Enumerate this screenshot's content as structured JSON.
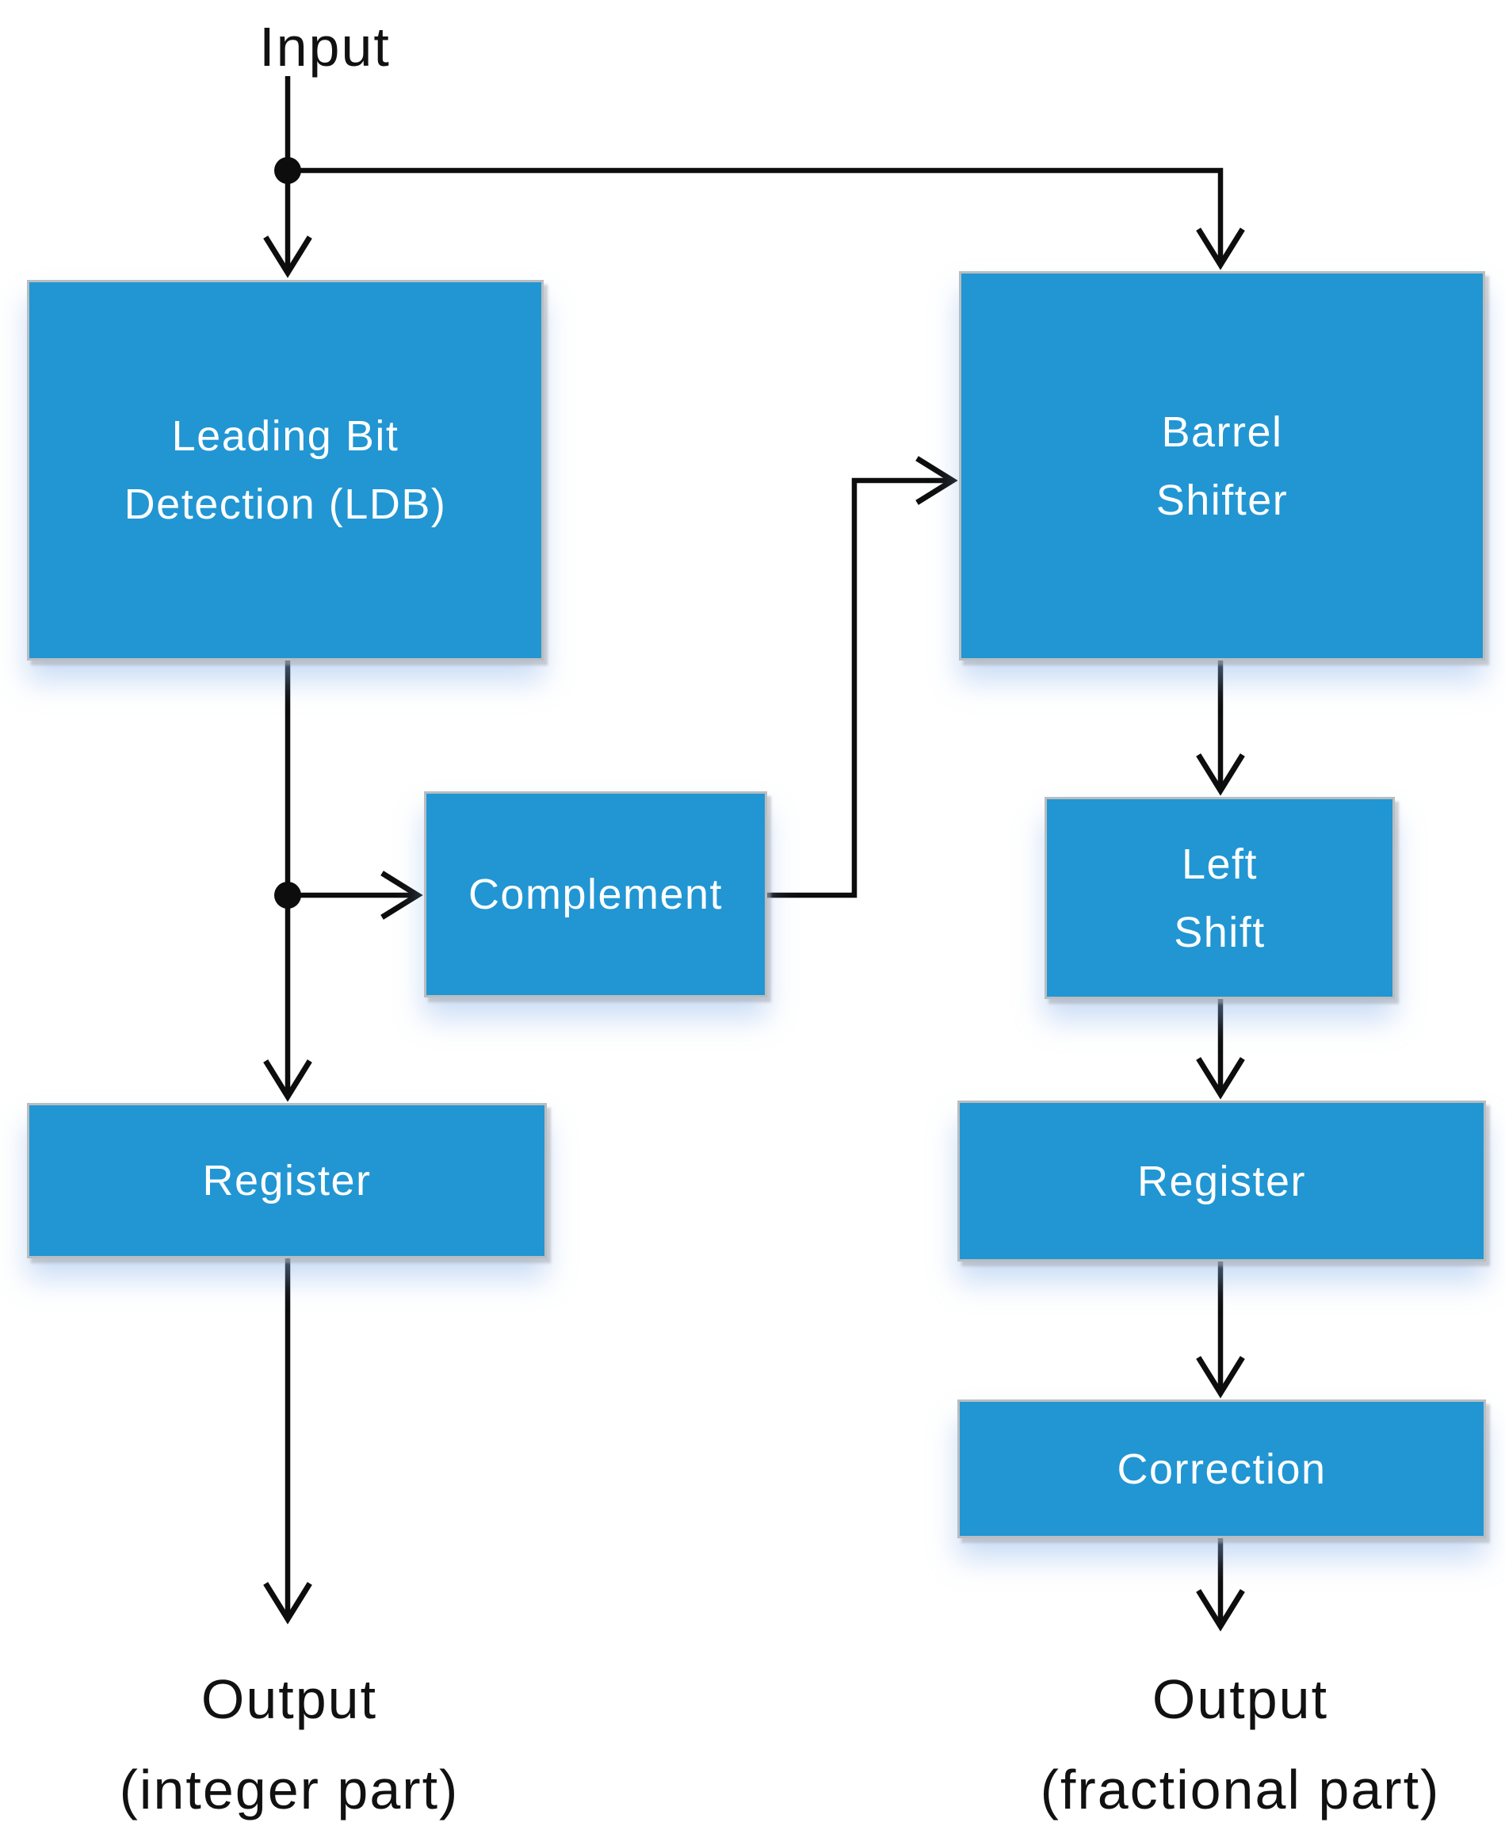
{
  "diagram": {
    "labels": {
      "input": "Input",
      "output_integer": {
        "lines": [
          "Output",
          "(integer part)"
        ]
      },
      "output_fractional": {
        "lines": [
          "Output",
          "(fractional part)"
        ]
      }
    },
    "nodes": {
      "ldb": {
        "lines": [
          "Leading Bit",
          "Detection (LDB)"
        ]
      },
      "barrel_shifter": {
        "lines": [
          "Barrel",
          "Shifter"
        ]
      },
      "complement": {
        "lines": [
          "Complement"
        ]
      },
      "left_shift": {
        "lines": [
          "Left",
          "Shift"
        ]
      },
      "register_integer": {
        "lines": [
          "Register"
        ]
      },
      "register_fractional": {
        "lines": [
          "Register"
        ]
      },
      "correction": {
        "lines": [
          "Correction"
        ]
      }
    },
    "colors": {
      "node_fill": "#2196d3",
      "node_border": "#b9bdc0",
      "node_text": "#ffffff",
      "connector": "#0d0d0d",
      "label_text": "#111111",
      "background": "#ffffff"
    }
  }
}
